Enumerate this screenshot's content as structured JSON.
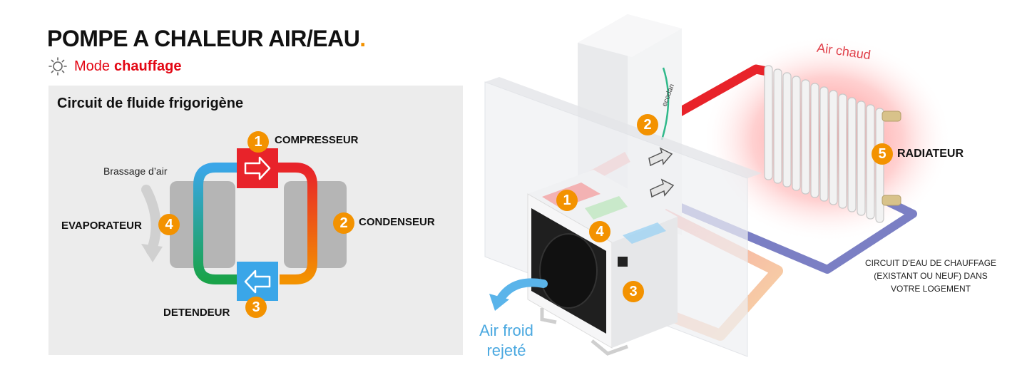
{
  "header": {
    "title": "POMPE A CHALEUR AIR/EAU",
    "title_dot": ".",
    "mode_prefix": "Mode",
    "mode_value": "chauffage"
  },
  "cycle_panel": {
    "title": "Circuit de fluide frigorigène",
    "air_mixing_label": "Brassage d’air",
    "components": [
      {
        "number": "1",
        "label": "COMPRESSEUR"
      },
      {
        "number": "2",
        "label": "CONDENSEUR"
      },
      {
        "number": "3",
        "label": "DETENDEUR"
      },
      {
        "number": "4",
        "label": "EVAPORATEUR"
      }
    ]
  },
  "installation": {
    "hot_air_label": "Air chaud",
    "cold_air_line1": "Air froid",
    "cold_air_line2": "rejeté",
    "indoor_brand": "ecodan",
    "radiator": {
      "number": "5",
      "label": "RADIATEUR"
    },
    "heating_circuit_lines": [
      "CIRCUIT D'EAU DE CHAUFFAGE",
      "(EXISTANT OU NEUF) DANS",
      "VOTRE LOGEMENT"
    ],
    "outdoor_badges": [
      "1",
      "4",
      "3"
    ],
    "indoor_badge": "2"
  },
  "colors": {
    "accent_orange": "#f39200",
    "hot_red": "#e8232a",
    "cold_blue": "#3aa6e8",
    "water_circuit": "#7b7fc4",
    "panel_gray": "#ececec"
  }
}
